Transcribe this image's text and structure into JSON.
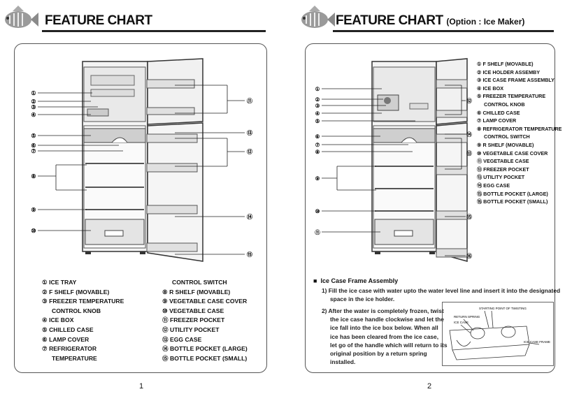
{
  "page1": {
    "title": "FEATURE CHART",
    "page_number": "1",
    "callouts": [
      "①",
      "②",
      "③",
      "④",
      "⑤",
      "⑥",
      "⑦",
      "⑧",
      "⑨",
      "⑩",
      "⑪",
      "⑫",
      "⑬",
      "⑭",
      "⑮"
    ],
    "legend_col1": [
      "① ICE TRAY",
      "② F SHELF (MOVABLE)",
      "③ FREEZER TEMPERATURE",
      "CONTROL KNOB",
      "④ ICE BOX",
      "⑤ CHILLED CASE",
      "⑥ LAMP COVER",
      "⑦ REFRIGERATOR",
      "TEMPERATURE"
    ],
    "legend_col2": [
      "CONTROL SWITCH",
      "⑧ R SHELF (MOVABLE)",
      "⑨ VEGETABLE CASE COVER",
      "⑩ VEGETABLE CASE",
      "⑪ FREEZER POCKET",
      "⑫ UTILITY POCKET",
      "⑬ EGG CASE",
      "⑭ BOTTLE POCKET (LARGE)",
      "⑮ BOTTLE POCKET (SMALL)"
    ]
  },
  "page2": {
    "title": "FEATURE CHART",
    "subtitle": "(Option : Ice Maker)",
    "page_number": "2",
    "callouts": [
      "①",
      "②",
      "③",
      "④",
      "⑤",
      "⑥",
      "⑦",
      "⑧",
      "⑨",
      "⑩",
      "⑪",
      "⑫",
      "⑬",
      "⑭",
      "⑮",
      "⑯"
    ],
    "legend": [
      "① F SHELF (MOVABLE)",
      "② ICE HOLDER ASSEMBY",
      "③ ICE CASE FRAME ASSEMBLY",
      "④ ICE BOX",
      "⑤ FREEZER TEMPERATURE",
      "CONTROL KNOB",
      "⑥ CHILLED CASE",
      "⑦ LAMP COVER",
      "⑧ REFRIGERATOR TEMPERATURE",
      "CONTROL SWITCH",
      "⑨ R SHELF (MOVABLE)",
      "⑩ VEGETABLE CASE COVER",
      "⑪ VEGETABLE CASE",
      "⑫ FREEZER POCKET",
      "⑬ UTILITY POCKET",
      "⑭ EGG CASE",
      "⑮ BOTTLE POCKET (LARGE)",
      "⑯ BOTTLE POCKET (SMALL)"
    ],
    "section_title": "Ice Case Frame Assembly",
    "step1": [
      "1) Fill the ice case with water upto the water level line and insert it into the designated",
      "space in the ice holder."
    ],
    "step2": [
      "2) After the water is completely frozen, twist",
      "the ice case handle clockwise and let the",
      "ice fall into the ice box below. When all",
      "ice has been cleared from the ice case,",
      "let go of the handle which will return to its",
      "original position by a return spring",
      "installed."
    ],
    "inset_labels": {
      "top": "STARTING POINT OF TWISTING",
      "spring": "RETURN SPRING",
      "case": "ICE CASE",
      "frame": "ICE CASE FRAME"
    }
  }
}
